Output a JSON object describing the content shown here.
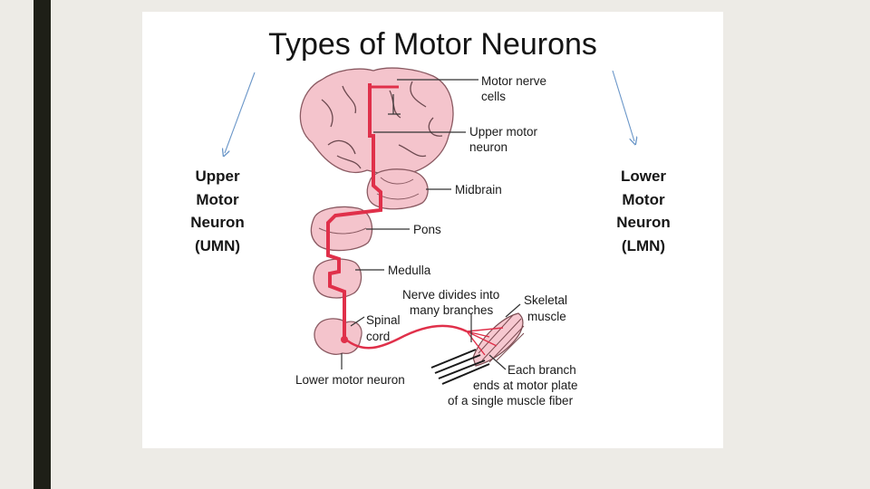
{
  "slide": {
    "title": "Types of Motor Neurons",
    "umn_lines": [
      "Upper",
      "Motor",
      "Neuron",
      "(UMN)"
    ],
    "lmn_lines": [
      "Lower",
      "Motor",
      "Neuron",
      "(LMN)"
    ]
  },
  "diagram": {
    "labels": {
      "motor_nerve_cells": [
        "Motor nerve",
        "cells"
      ],
      "upper_motor_neuron": [
        "Upper motor",
        "neuron"
      ],
      "midbrain": "Midbrain",
      "pons": "Pons",
      "medulla": "Medulla",
      "nerve_divides": [
        "Nerve divides into",
        "many branches"
      ],
      "skeletal_muscle": [
        "Skeletal",
        "muscle"
      ],
      "spinal_cord": [
        "Spinal",
        "cord"
      ],
      "lower_motor_neuron": "Lower motor neuron",
      "each_branch": [
        "Each branch",
        "ends at motor plate",
        "of a single muscle fiber"
      ]
    }
  },
  "colors": {
    "accent_bar": "#1e1f17",
    "background": "#edebe6",
    "tissue_pink": "#f4c4cc",
    "neuron_red": "#e0304a",
    "arrow_blue": "#6a96c8"
  }
}
